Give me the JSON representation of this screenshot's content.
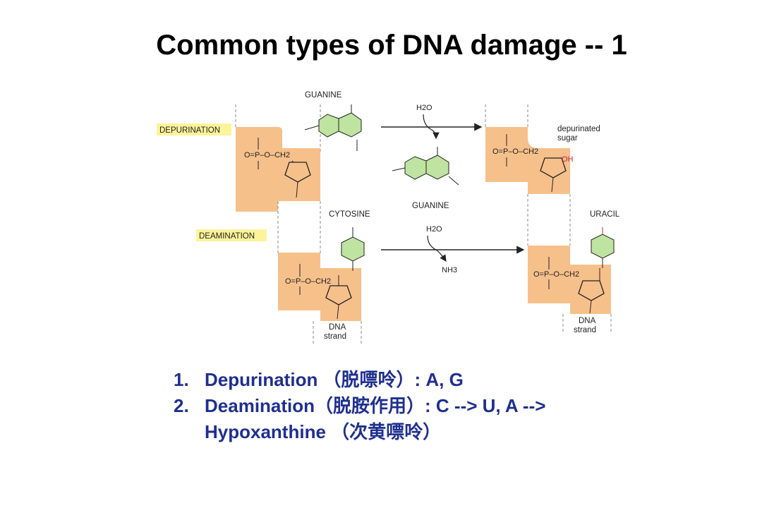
{
  "title": "Common types of DNA damage -- 1",
  "figure": {
    "guanine_label": "GUANINE",
    "guanine_label_2": "GUANINE",
    "cytosine_label": "CYTOSINE",
    "uracil_label": "URACIL",
    "depurination_label": "DEPURINATION",
    "deamination_label": "DEAMINATION",
    "depurinated_sugar_1": "depurinated",
    "depurinated_sugar_2": "sugar",
    "dna_strand_1": "DNA",
    "dna_strand_2": "strand",
    "water": "H2O",
    "ammonia": "NH3",
    "oh_group": "OH",
    "phosphate": "O=P–O–CH2",
    "colors": {
      "sugar_backbone": "#f6c08b",
      "base_ring": "#bfe3a0",
      "highlight": "#fdf39a",
      "oxygen_red": "#d2232a"
    }
  },
  "list": [
    {
      "num": "1.",
      "text": "Depurination （脱嘌呤）: A, G"
    },
    {
      "num": "2.",
      "text": "Deamination（脱胺作用）: C --> U, A -->"
    },
    {
      "num": "",
      "text": "Hypoxanthine （次黄嘌呤）"
    }
  ]
}
